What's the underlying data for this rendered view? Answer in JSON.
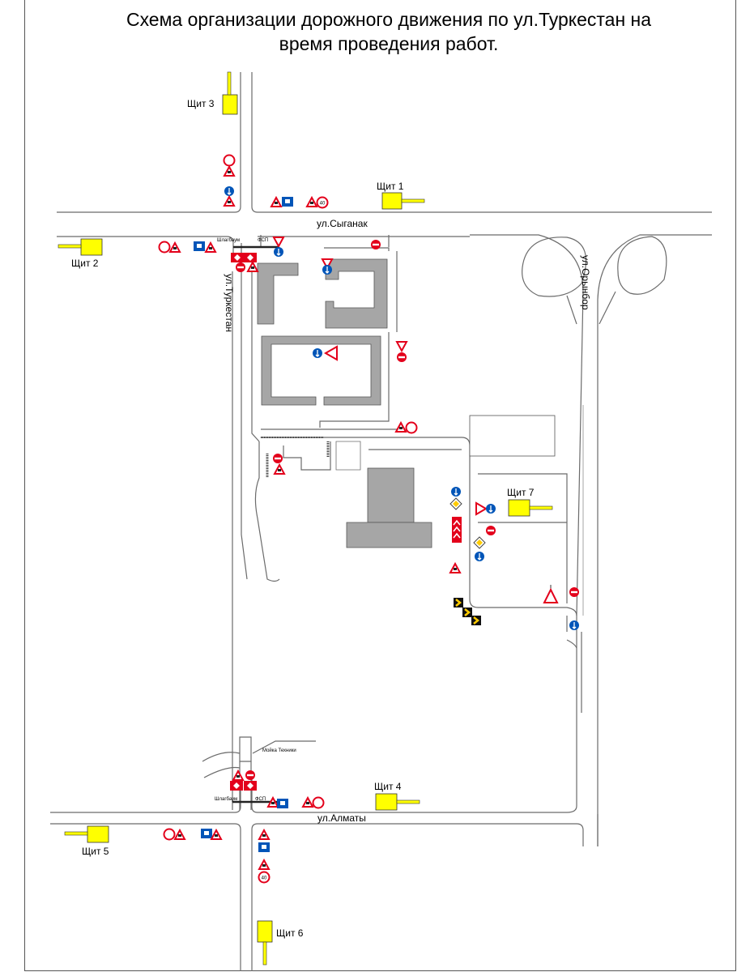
{
  "title_line1": "Схема организации дорожного движения по ул.Туркестан на",
  "title_line2": "время проведения работ.",
  "streets": {
    "syganak": "ул.Сыганак",
    "turkestan": "ул.Туркестан",
    "orynbor": "ул.Орынбор",
    "almaty": "ул.Алматы"
  },
  "boards": {
    "b1": "Щит 1",
    "b2": "Щит 2",
    "b3": "Щит 3",
    "b4": "Щит 4",
    "b5": "Щит 5",
    "b6": "Щит 6",
    "b7": "Щит 7"
  },
  "barriers": {
    "barrier_top": "Шлагбаум",
    "fsp_top": "ФСП",
    "barrier_bottom": "Шлагбаум",
    "fsp_bottom": "ФСП"
  },
  "facilities": {
    "car_wash": "Мойка Техники"
  },
  "sign_texts": {
    "speed_40": "40"
  },
  "colors": {
    "board_yellow": "#ffff00",
    "building_gray": "#a6a6a6",
    "sign_red": "#e3001b",
    "sign_blue": "#0055b8",
    "road_line": "#6b6b6b"
  }
}
